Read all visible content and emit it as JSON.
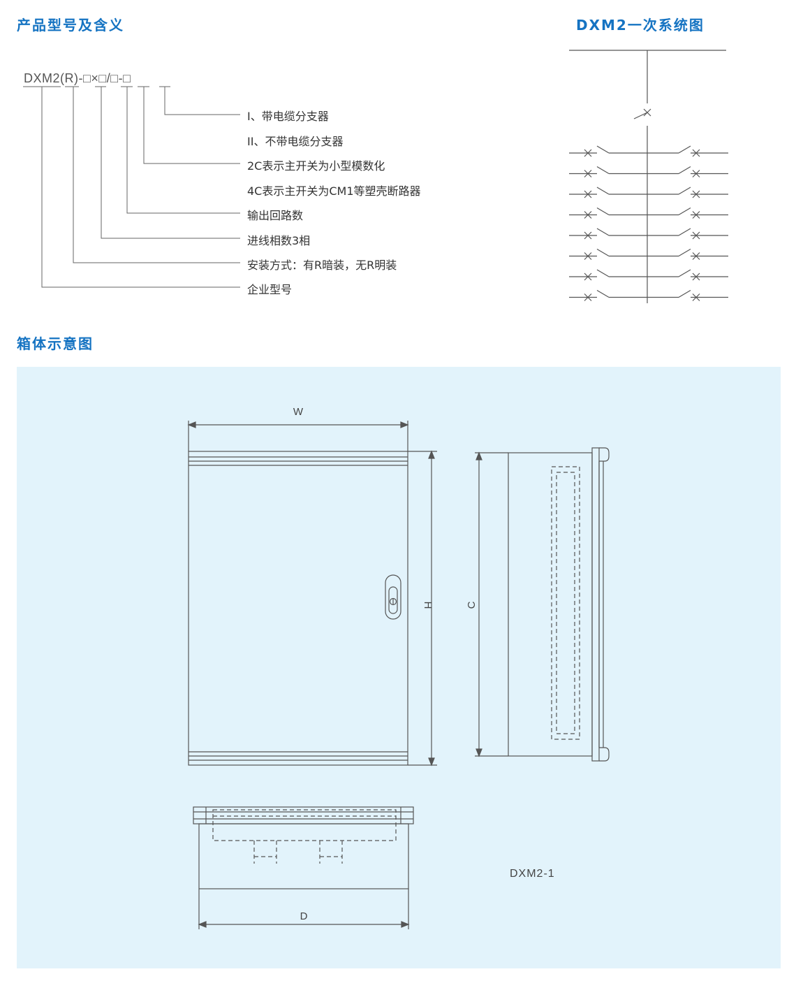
{
  "headings": {
    "model_meaning": "产品型号及含义",
    "system_diagram": "DXM2一次系统图",
    "box_diagram": "箱体示意图"
  },
  "model_code": "DXM2(R)-□×□/□-□",
  "legend": [
    "I、带电缆分支器",
    "II、不带电缆分支器",
    "2C表示主开关为小型模数化",
    "4C表示主开关为CM1等塑壳断路器",
    "输出回路数",
    "进线相数3相",
    "安装方式：有R暗装，无R明装",
    "企业型号"
  ],
  "dimensions": {
    "width": "W",
    "height": "H",
    "inner_height": "C",
    "depth": "D"
  },
  "single_line": {
    "outgoing_circuits_per_side": 8
  },
  "model_label": "DXM2-1",
  "colors": {
    "heading": "#1573c2",
    "panel_background": "#e2f3fb",
    "line": "#555555"
  }
}
